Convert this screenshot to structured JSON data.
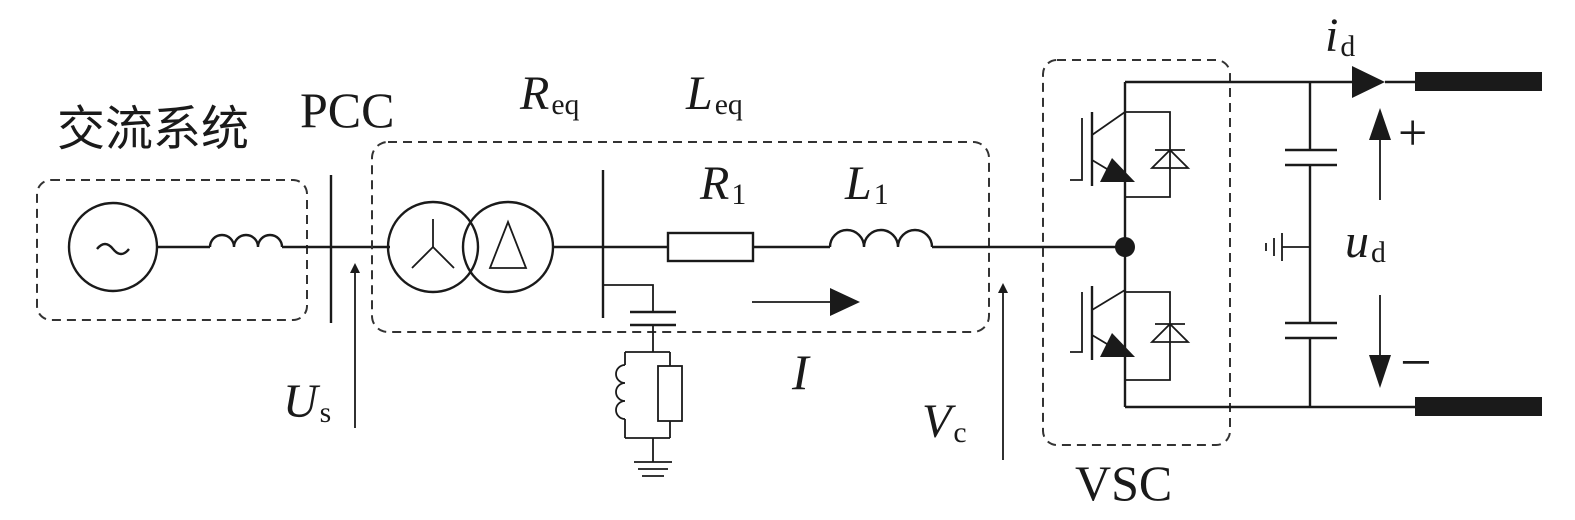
{
  "labels": {
    "ac_system": "交流系统",
    "pcc": "PCC",
    "req_main": "R",
    "req_sub": "eq",
    "leq_main": "L",
    "leq_sub": "eq",
    "r1_main": "R",
    "r1_sub": "1",
    "l1_main": "L",
    "l1_sub": "1",
    "current": "I",
    "us_main": "U",
    "us_sub": "s",
    "vc_main": "V",
    "vc_sub": "c",
    "vsc": "VSC",
    "id_main": "i",
    "id_sub": "d",
    "ud_main": "u",
    "ud_sub": "d",
    "plus": "+",
    "minus": "−"
  },
  "icons": {
    "source": "ac-source-tilde-icon",
    "transformer": "wye-delta-transformer-icon"
  },
  "colors": {
    "stroke": "#1a1a1a",
    "background": "#ffffff"
  }
}
